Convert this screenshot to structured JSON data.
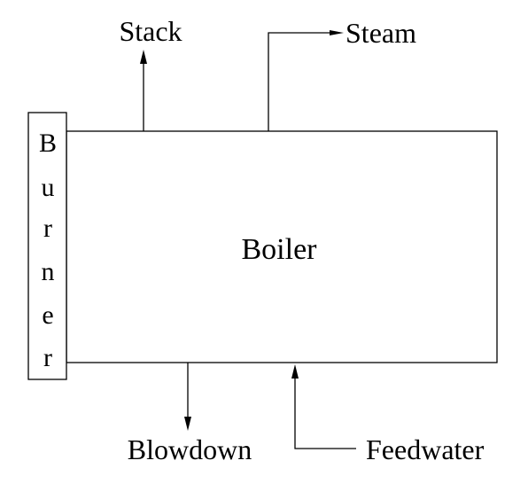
{
  "burner": {
    "letters": [
      "B",
      "u",
      "r",
      "n",
      "e",
      "r"
    ]
  },
  "boiler": {
    "label": "Boiler"
  },
  "flows": {
    "stack": "Stack",
    "steam": "Steam",
    "blowdown": "Blowdown",
    "feedwater": "Feedwater"
  }
}
